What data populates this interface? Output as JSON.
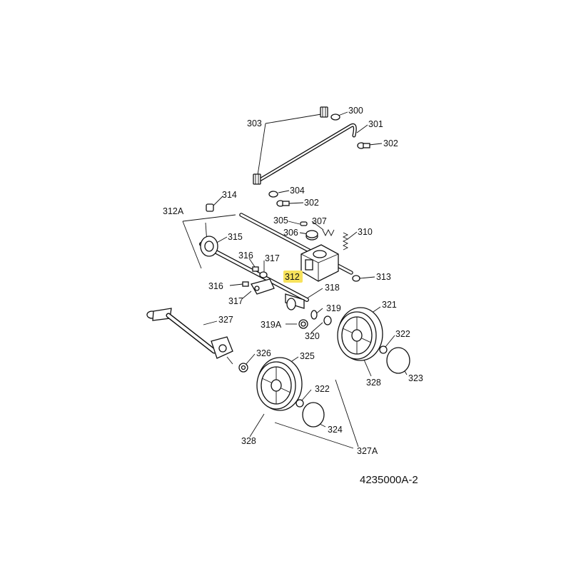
{
  "diagram": {
    "document_number": "4235000A-2",
    "highlight_color": "#f7e25c",
    "callouts": {
      "c300": "300",
      "c301": "301",
      "c302a": "302",
      "c302b": "302",
      "c303": "303",
      "c304": "304",
      "c305": "305",
      "c306": "306",
      "c307": "307",
      "c310": "310",
      "c312": "312",
      "c312A": "312A",
      "c313": "313",
      "c314": "314",
      "c315": "315",
      "c316a": "316",
      "c316b": "316",
      "c317a": "317",
      "c317b": "317",
      "c318": "318",
      "c319": "319",
      "c319A": "319A",
      "c320": "320",
      "c321": "321",
      "c322a": "322",
      "c322b": "322",
      "c323": "323",
      "c324": "324",
      "c325": "325",
      "c326": "326",
      "c327": "327",
      "c327A": "327A",
      "c328a": "328",
      "c328b": "328"
    }
  }
}
